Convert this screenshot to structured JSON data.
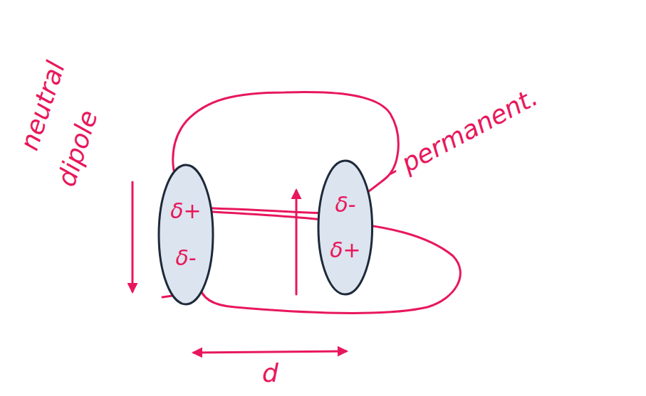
{
  "diagram": {
    "nodes": [
      {
        "text": [
          "δ+",
          "δ-"
        ]
      },
      {
        "text": [
          "δ-",
          "δ+"
        ]
      }
    ],
    "labels": [
      "neutral",
      "dipole",
      "- permanent.",
      "d"
    ]
  }
}
